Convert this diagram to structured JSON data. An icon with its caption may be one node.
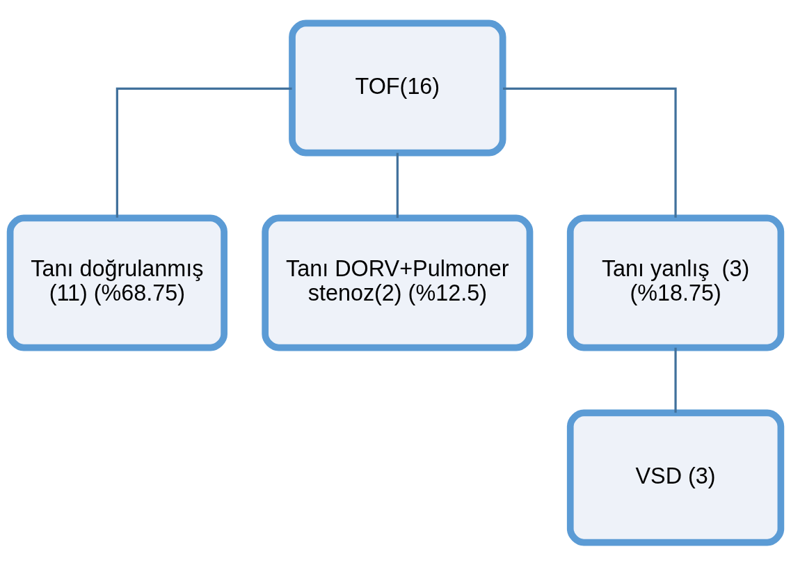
{
  "diagram": {
    "nodes": [
      {
        "text": [
          "TOF(16)"
        ]
      },
      {
        "text": [
          "Tanı doğrulanmış (11) (%68.75)"
        ]
      },
      {
        "text": [
          "Tanı DORV+Pulmoner stenoz(2) (%12.5)"
        ]
      },
      {
        "text": [
          "Tanı yanlış  (3) (%18.75)"
        ]
      },
      {
        "text": [
          "VSD (3)"
        ]
      }
    ],
    "edges": [
      {
        "from": 0,
        "to": 1,
        "arrow": "none"
      },
      {
        "from": 0,
        "to": 2,
        "arrow": "none"
      },
      {
        "from": 0,
        "to": 3,
        "arrow": "none"
      },
      {
        "from": 3,
        "to": 4,
        "arrow": "none"
      }
    ]
  }
}
